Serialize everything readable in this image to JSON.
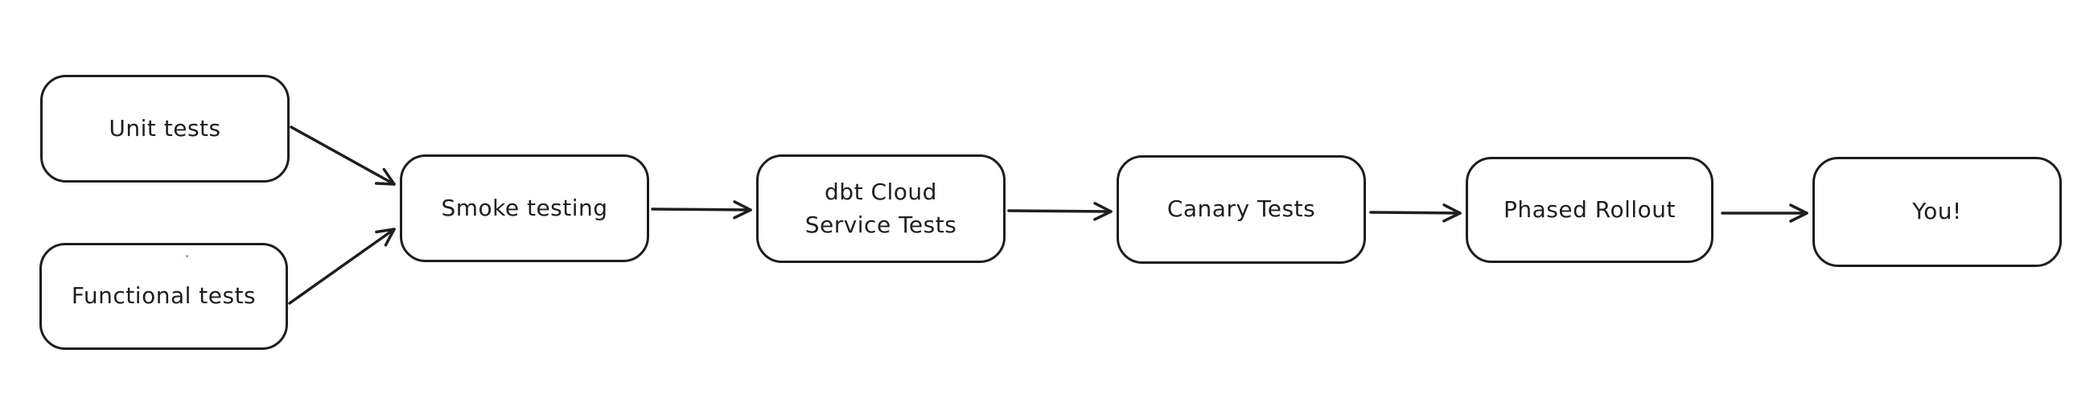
{
  "diagram": {
    "title": "Release testing pipeline flowchart",
    "background_color": "#ffffff",
    "stroke_color": "#1e1e1e",
    "node_fill_color": "#ffffff",
    "nodes": [
      {
        "id": "unit-tests",
        "label": "Unit tests"
      },
      {
        "id": "functional-tests",
        "label": "Functional tests"
      },
      {
        "id": "smoke-testing",
        "label": "Smoke testing"
      },
      {
        "id": "dbt-cloud-service-tests",
        "label": "dbt Cloud\nService Tests"
      },
      {
        "id": "canary-tests",
        "label": "Canary Tests"
      },
      {
        "id": "phased-rollout",
        "label": "Phased Rollout"
      },
      {
        "id": "you",
        "label": "You!"
      }
    ],
    "edges": [
      {
        "from": "unit-tests",
        "to": "smoke-testing"
      },
      {
        "from": "functional-tests",
        "to": "smoke-testing"
      },
      {
        "from": "smoke-testing",
        "to": "dbt-cloud-service-tests"
      },
      {
        "from": "dbt-cloud-service-tests",
        "to": "canary-tests"
      },
      {
        "from": "canary-tests",
        "to": "phased-rollout"
      },
      {
        "from": "phased-rollout",
        "to": "you"
      }
    ],
    "artifacts": [
      {
        "id": "stray-red-dot",
        "color": "#d06060"
      }
    ]
  }
}
